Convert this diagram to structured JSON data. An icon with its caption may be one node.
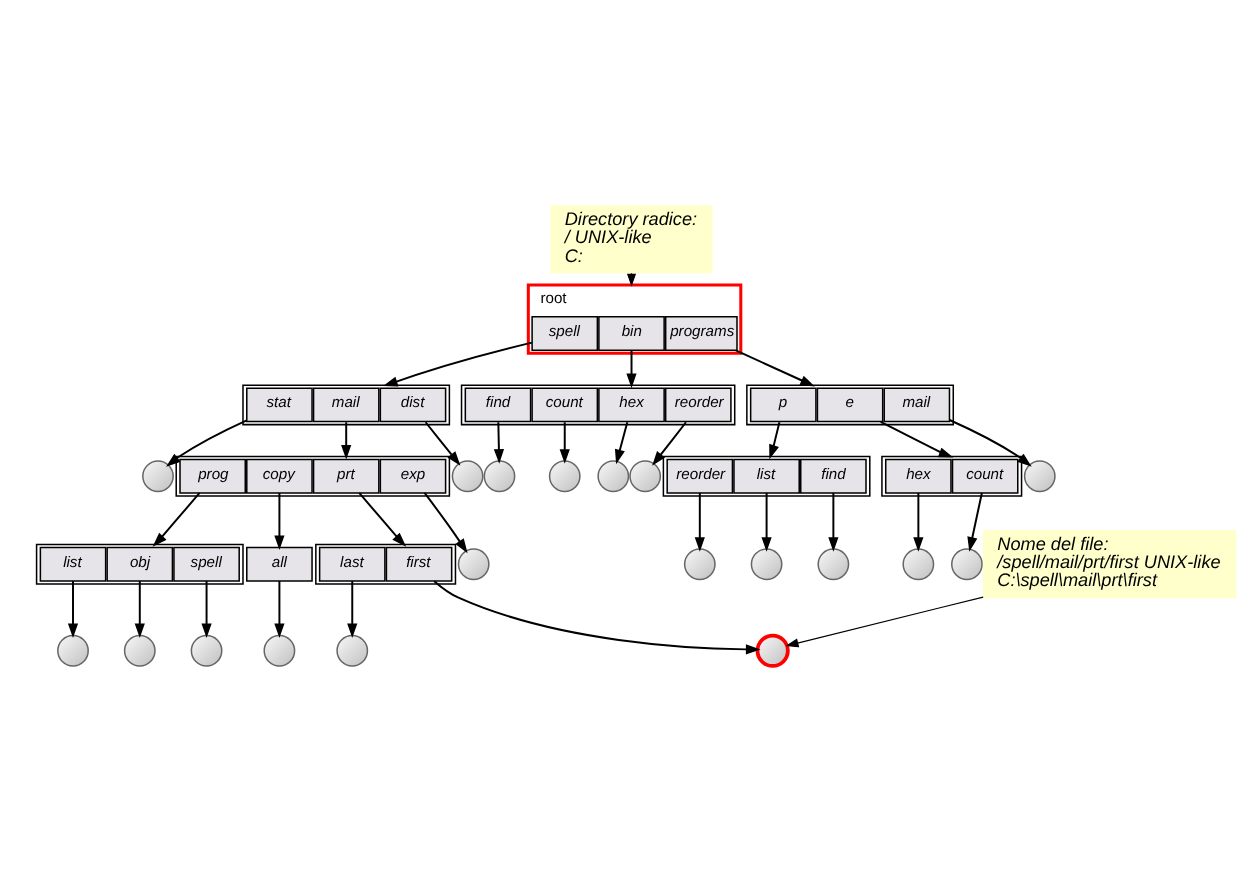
{
  "diagram": {
    "nodes": [
      {
        "text": [
          "Directory radice:",
          "/ UNIX-like",
          "C:"
        ]
      },
      {
        "text": [],
        "shape": "box",
        "beside": [
          "root"
        ]
      },
      {
        "text": [
          "spell"
        ],
        "in": 1
      },
      {
        "text": [
          "bin"
        ],
        "in": 1
      },
      {
        "text": [
          "programs"
        ],
        "in": 1
      },
      {
        "text": [],
        "shape": "box"
      },
      {
        "text": [
          "stat"
        ],
        "in": 5
      },
      {
        "text": [
          "mail"
        ],
        "in": 5
      },
      {
        "text": [
          "dist"
        ],
        "in": 5
      },
      {
        "text": [],
        "shape": "box"
      },
      {
        "text": [
          "find"
        ],
        "in": 9
      },
      {
        "text": [
          "count"
        ],
        "in": 9
      },
      {
        "text": [
          "hex"
        ],
        "in": 9
      },
      {
        "text": [
          "reorder"
        ],
        "in": 9
      },
      {
        "text": [],
        "shape": "box"
      },
      {
        "text": [
          "p"
        ],
        "in": 14
      },
      {
        "text": [
          "e"
        ],
        "in": 14
      },
      {
        "text": [
          "mail"
        ],
        "in": 14
      },
      {
        "text": [],
        "shape": "circle"
      },
      {
        "text": [],
        "shape": "circle"
      },
      {
        "text": [],
        "shape": "circle"
      },
      {
        "text": [],
        "shape": "circle"
      },
      {
        "text": [],
        "shape": "circle"
      },
      {
        "text": [],
        "shape": "circle"
      },
      {
        "text": [],
        "shape": "circle"
      },
      {
        "text": [],
        "shape": "box"
      },
      {
        "text": [
          "prog"
        ],
        "in": 25
      },
      {
        "text": [
          "copy"
        ],
        "in": 25
      },
      {
        "text": [
          "prt"
        ],
        "in": 25
      },
      {
        "text": [
          "exp"
        ],
        "in": 25
      },
      {
        "text": [],
        "shape": "box"
      },
      {
        "text": [
          "reorder"
        ],
        "in": 30
      },
      {
        "text": [
          "list"
        ],
        "in": 30
      },
      {
        "text": [
          "find"
        ],
        "in": 30
      },
      {
        "text": [],
        "shape": "box"
      },
      {
        "text": [
          "hex"
        ],
        "in": 34
      },
      {
        "text": [
          "count"
        ],
        "in": 34
      },
      {
        "text": [],
        "shape": "circle"
      },
      {
        "text": [],
        "shape": "circle"
      },
      {
        "text": [],
        "shape": "circle"
      },
      {
        "text": [],
        "shape": "circle"
      },
      {
        "text": [],
        "shape": "circle"
      },
      {
        "text": [],
        "shape": "circle"
      },
      {
        "text": [],
        "shape": "box"
      },
      {
        "text": [
          "list"
        ],
        "in": 43
      },
      {
        "text": [
          "obj"
        ],
        "in": 43
      },
      {
        "text": [
          "spell"
        ],
        "in": 43
      },
      {
        "text": [
          "all"
        ]
      },
      {
        "text": [],
        "shape": "box"
      },
      {
        "text": [
          "last"
        ],
        "in": 48
      },
      {
        "text": [
          "first"
        ],
        "in": 48
      },
      {
        "text": [],
        "shape": "circle"
      },
      {
        "text": [],
        "shape": "circle"
      },
      {
        "text": [],
        "shape": "circle"
      },
      {
        "text": [],
        "shape": "circle"
      },
      {
        "text": [],
        "shape": "circle"
      },
      {
        "text": [],
        "shape": "circle"
      },
      {
        "text": [
          "Nome del file:",
          "/spell/mail/prt/first UNIX-like",
          "C:\\spell\\mail\\prt\\first"
        ]
      }
    ],
    "edges": [
      {
        "from": 0,
        "to": 1,
        "arrow": "to"
      },
      {
        "from": 2,
        "to": 5,
        "arrow": "to"
      },
      {
        "from": 3,
        "to": 9,
        "arrow": "to"
      },
      {
        "from": 4,
        "to": 14,
        "arrow": "to"
      },
      {
        "from": 6,
        "to": 18,
        "arrow": "to"
      },
      {
        "from": 8,
        "to": 19,
        "arrow": "to"
      },
      {
        "from": 10,
        "to": 20,
        "arrow": "to"
      },
      {
        "from": 11,
        "to": 21,
        "arrow": "to"
      },
      {
        "from": 12,
        "to": 22,
        "arrow": "to"
      },
      {
        "from": 13,
        "to": 23,
        "arrow": "to"
      },
      {
        "from": 17,
        "to": 24,
        "arrow": "to"
      },
      {
        "from": 7,
        "to": 25,
        "arrow": "to"
      },
      {
        "from": 15,
        "to": 30,
        "arrow": "to"
      },
      {
        "from": 16,
        "to": 34,
        "arrow": "to"
      },
      {
        "from": 29,
        "to": 37,
        "arrow": "to"
      },
      {
        "from": 31,
        "to": 38,
        "arrow": "to"
      },
      {
        "from": 32,
        "to": 39,
        "arrow": "to"
      },
      {
        "from": 33,
        "to": 40,
        "arrow": "to"
      },
      {
        "from": 35,
        "to": 41,
        "arrow": "to"
      },
      {
        "from": 36,
        "to": 42,
        "arrow": "to"
      },
      {
        "from": 26,
        "to": 43,
        "arrow": "to"
      },
      {
        "from": 27,
        "to": 47,
        "arrow": "to"
      },
      {
        "from": 28,
        "to": 48,
        "arrow": "to"
      },
      {
        "from": 44,
        "to": 51,
        "arrow": "to"
      },
      {
        "from": 45,
        "to": 52,
        "arrow": "to"
      },
      {
        "from": 46,
        "to": 53,
        "arrow": "to"
      },
      {
        "from": 47,
        "to": 54,
        "arrow": "to"
      },
      {
        "from": 49,
        "to": 55,
        "arrow": "to"
      },
      {
        "from": 50,
        "to": 56,
        "arrow": "to"
      },
      {
        "from": 57,
        "to": 56,
        "arrow": "to"
      }
    ]
  }
}
